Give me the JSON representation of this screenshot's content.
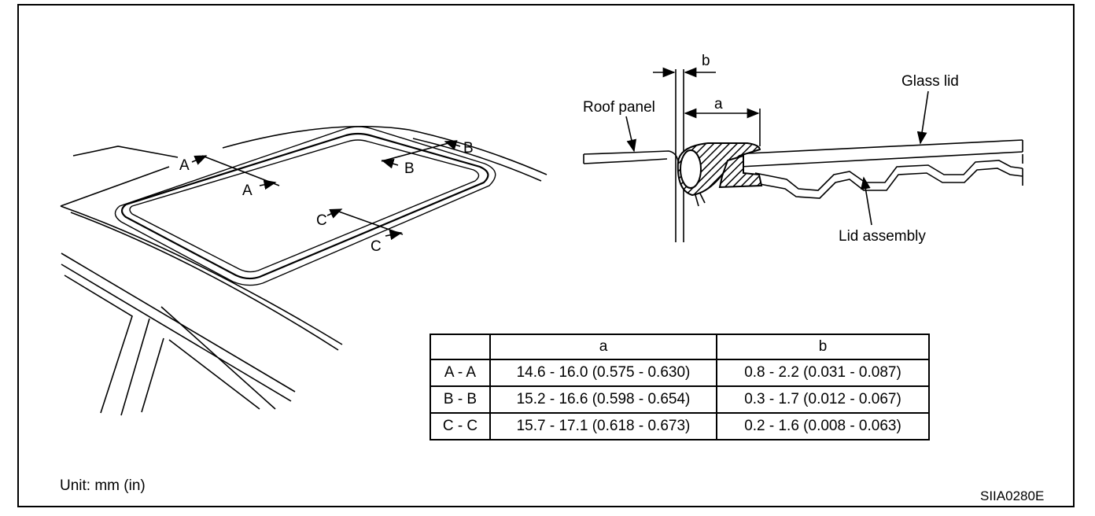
{
  "figure_id": "SIIA0280E",
  "unit_note": "Unit: mm (in)",
  "roof_labels": {
    "a_upper": "A",
    "a_lower": "A",
    "b_upper": "B",
    "b_lower": "B",
    "c_upper": "C",
    "c_lower": "C"
  },
  "section_labels": {
    "dim_b": "b",
    "dim_a": "a",
    "roof_panel": "Roof panel",
    "glass_lid": "Glass lid",
    "lid_assembly": "Lid assembly"
  },
  "table": {
    "header": [
      "",
      "a",
      "b"
    ],
    "rows": [
      [
        "A - A",
        "14.6 - 16.0 (0.575 - 0.630)",
        "0.8 - 2.2 (0.031 - 0.087)"
      ],
      [
        "B - B",
        "15.2 - 16.6 (0.598 - 0.654)",
        "0.3 - 1.7 (0.012 - 0.067)"
      ],
      [
        "C - C",
        "15.7 - 17.1 (0.618 - 0.673)",
        "0.2 - 1.6 (0.008 - 0.063)"
      ]
    ]
  }
}
